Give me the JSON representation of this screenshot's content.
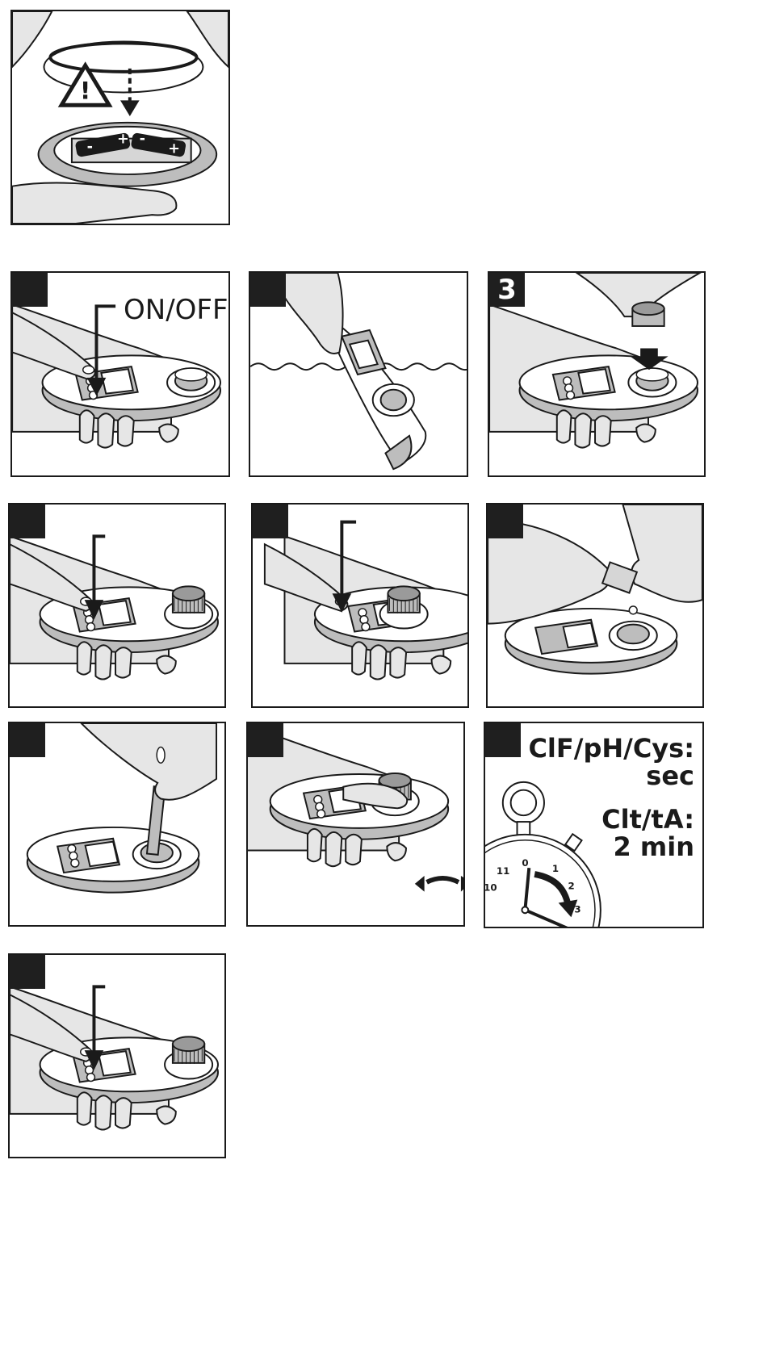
{
  "document": {
    "on_off_label": "ON/OFF",
    "step3_number": "3",
    "timer_label_1": "ClF/pH/Cys:",
    "timer_label_2": "sec",
    "timer_label_3": "Clt/tA:",
    "timer_label_4": "2 min",
    "clock_numbers": [
      "0",
      "1",
      "2",
      "3",
      "11",
      "10"
    ]
  },
  "colors": {
    "ink": "#1a1a1a",
    "hand_fill": "#e6e6e6",
    "device_shadow": "#bdbdbd",
    "step_box": "#1f1f1f"
  }
}
